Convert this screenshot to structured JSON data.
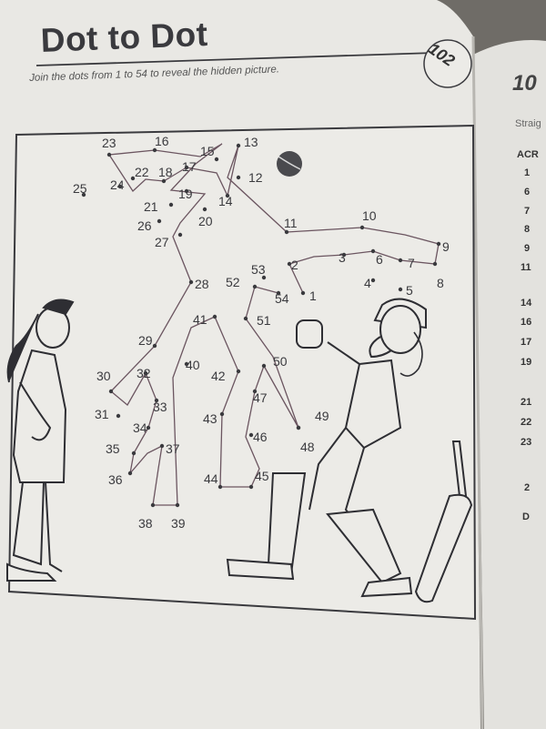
{
  "page": {
    "title": "Dot to Dot",
    "instructions": "Join the dots from 1 to 54 to reveal the hidden picture.",
    "page_number": "102"
  },
  "facing_page": {
    "title": "10",
    "subtitle": "Straig",
    "heading": "ACR",
    "clue_numbers": [
      "1",
      "6",
      "7",
      "8",
      "9",
      "11",
      "14",
      "16",
      "17",
      "19",
      "21",
      "22",
      "23",
      "2",
      "D"
    ]
  },
  "dots": {
    "labels": [
      "1",
      "2",
      "3",
      "4",
      "5",
      "6",
      "7",
      "8",
      "9",
      "10",
      "11",
      "12",
      "13",
      "14",
      "15",
      "16",
      "17",
      "18",
      "19",
      "20",
      "21",
      "22",
      "23",
      "24",
      "25",
      "26",
      "27",
      "28",
      "29",
      "30",
      "31",
      "32",
      "33",
      "34",
      "35",
      "36",
      "37",
      "38",
      "39",
      "40",
      "41",
      "42",
      "43",
      "44",
      "45",
      "46",
      "47",
      "48",
      "49",
      "50",
      "51",
      "52",
      "53",
      "54"
    ]
  },
  "colors": {
    "paper": "#ecebe7",
    "ink": "#3a3a3e",
    "background": "#6f6c67"
  }
}
